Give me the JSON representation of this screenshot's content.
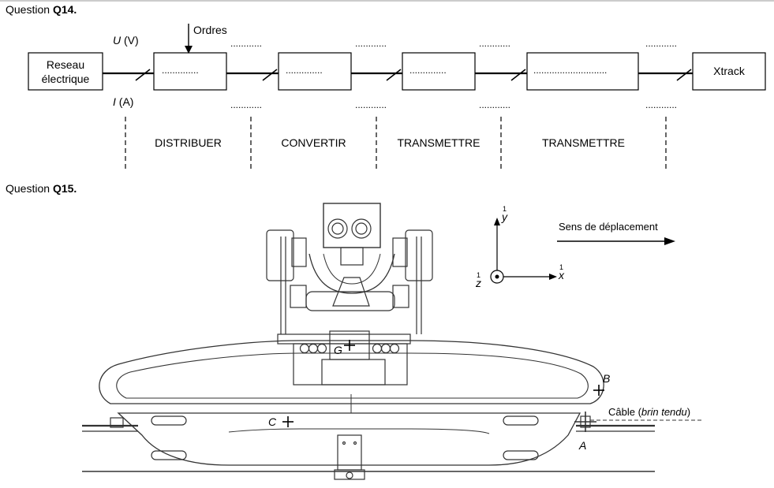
{
  "q14": {
    "title_prefix": "Question ",
    "title_num": "Q14.",
    "voltage_label": "U (V)",
    "current_label": "I (A)",
    "orders_label": "Ordres",
    "source_block": [
      "Reseau",
      "électrique"
    ],
    "target_block": "Xtrack",
    "blank": "..............",
    "blank_short": "............",
    "stages": [
      "DISTRIBUER",
      "CONVERTIR",
      "TRANSMETTRE",
      "TRANSMETTRE"
    ]
  },
  "q15": {
    "title_prefix": "Question ",
    "title_num": "Q15.",
    "axis_x": "x",
    "axis_y": "y",
    "axis_z": "z",
    "axis_vec_mark": "1",
    "direction_label": "Sens de déplacement",
    "point_g": "G",
    "point_b": "B",
    "point_c": "C",
    "point_a": "A",
    "cable_label": "Câble (",
    "cable_label_italic": "brin tendu",
    "cable_label_end": ")"
  }
}
